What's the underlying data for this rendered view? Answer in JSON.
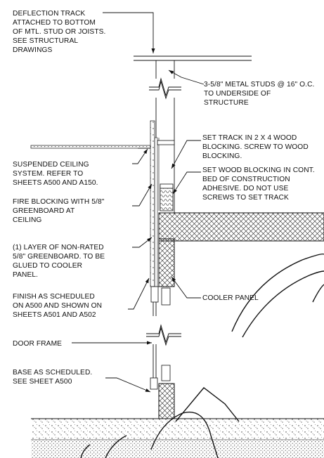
{
  "labels": {
    "deflection_track": [
      "DEFLECTION TRACK",
      "ATTACHED TO BOTTOM",
      "OF MTL. STUD OR JOISTS.",
      "SEE STRUCTURAL",
      "DRAWINGS"
    ],
    "metal_studs": [
      "3-5/8\" METAL STUDS @ 16\" O.C.",
      "TO UNDERSIDE OF",
      "STRUCTURE"
    ],
    "set_track": [
      "SET TRACK IN 2 X 4 WOOD",
      "BLOCKING. SCREW TO WOOD",
      "BLOCKING."
    ],
    "suspended_ceiling": [
      "SUSPENDED CEILING",
      "SYSTEM. REFER TO",
      "SHEETS A500 AND A150."
    ],
    "wood_blocking": [
      "SET WOOD BLOCKING IN CONT.",
      "BED OF CONSTRUCTION",
      "ADHESIVE. DO NOT USE",
      "SCREWS TO SET TRACK"
    ],
    "fire_blocking": [
      "FIRE BLOCKING WITH 5/8\"",
      "GREENBOARD AT",
      "CEILING"
    ],
    "greenboard_layer": [
      "(1) LAYER OF NON-RATED",
      "5/8\" GREENBOARD. TO BE",
      "GLUED TO COOLER",
      "PANEL."
    ],
    "cooler_panel": [
      "COOLER PANEL"
    ],
    "finish": [
      "FINISH AS SCHEDULED",
      "ON A500 AND SHOWN ON",
      "SHEETS A501 AND A502"
    ],
    "door_frame": [
      "DOOR FRAME"
    ],
    "base": [
      "BASE AS SCHEDULED.",
      "SEE SHEET A500"
    ]
  },
  "colors": {
    "ink": "#111111",
    "paper": "#ffffff"
  }
}
